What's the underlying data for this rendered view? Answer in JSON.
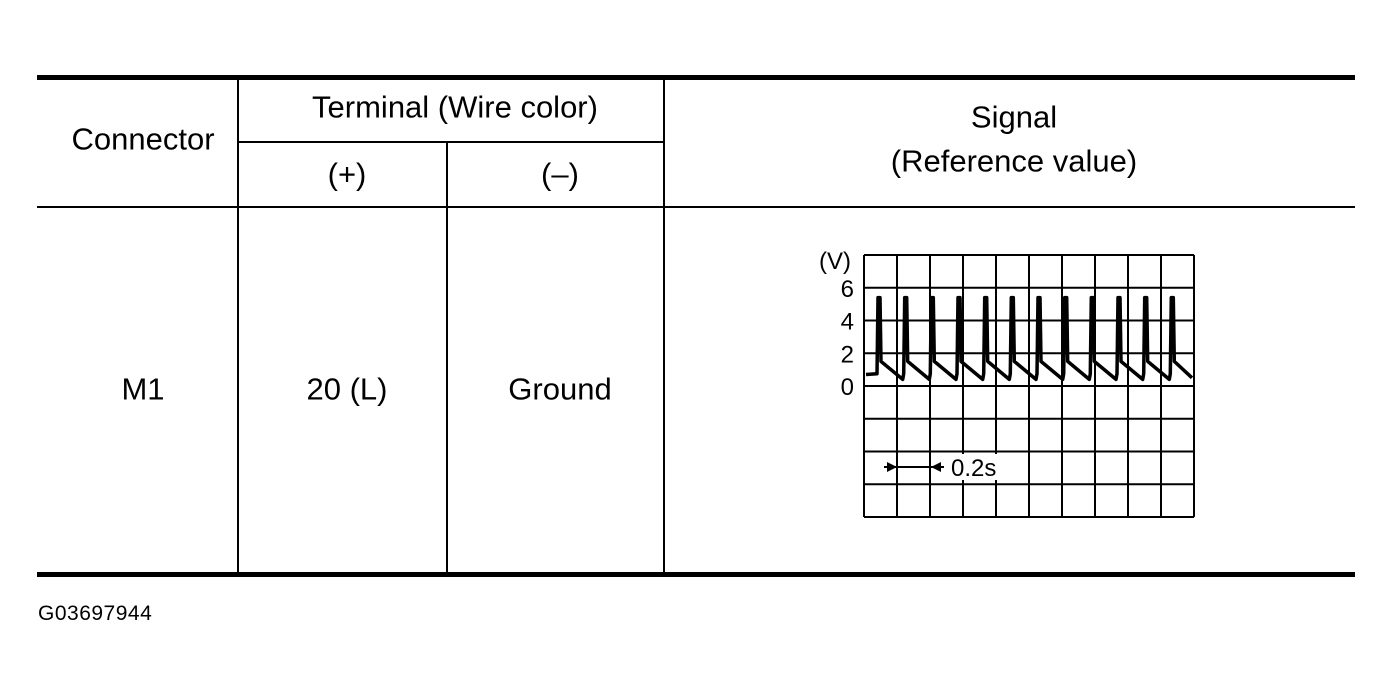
{
  "table": {
    "headers": {
      "connector": "Connector",
      "terminal_group": "Terminal (Wire color)",
      "plus": "(+)",
      "minus": "(–)",
      "signal_line1": "Signal",
      "signal_line2": "(Reference value)"
    },
    "row": {
      "connector": "M1",
      "plus": "20 (L)",
      "minus": "Ground"
    }
  },
  "waveform": {
    "y_unit": "(V)",
    "y_ticks": [
      "6",
      "4",
      "2",
      "0"
    ],
    "time_label": "0.2s",
    "baseline_v": 0.7,
    "peak_v": 5.4,
    "pulse_count": 12
  },
  "figure_id": "G03697944"
}
